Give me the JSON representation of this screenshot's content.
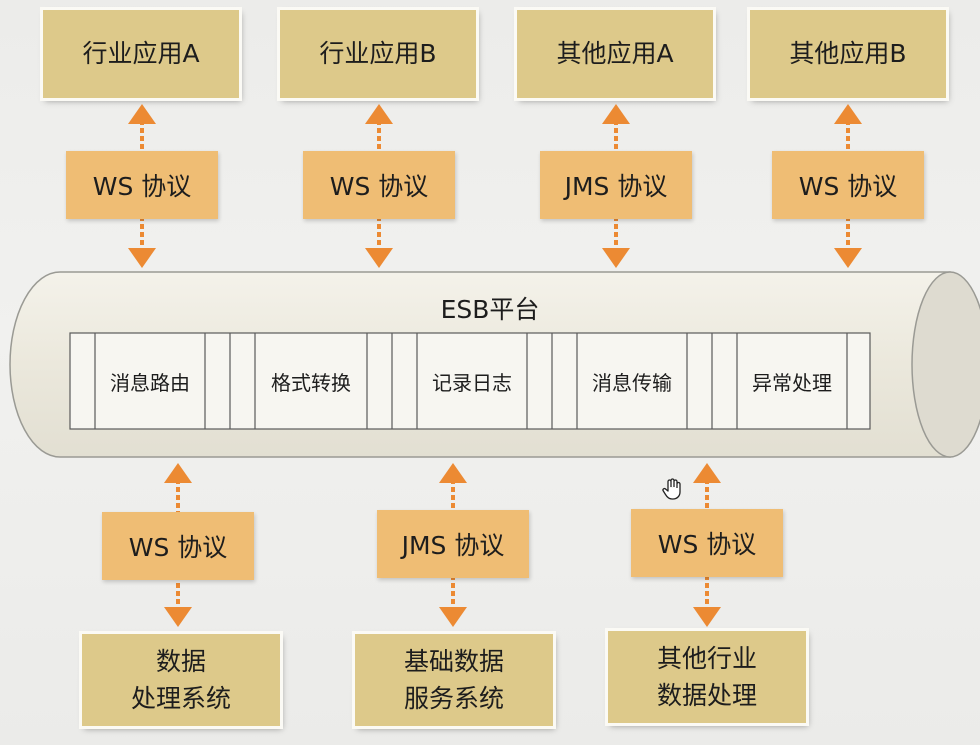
{
  "top_apps": [
    "行业应用A",
    "行业应用B",
    "其他应用A",
    "其他应用B"
  ],
  "top_protocols": [
    "WS 协议",
    "WS 协议",
    "JMS 协议",
    "WS 协议"
  ],
  "esb": {
    "title": "ESB平台",
    "functions": [
      "消息路由",
      "格式转换",
      "记录日志",
      "消息传输",
      "异常处理"
    ]
  },
  "bottom_protocols": [
    "WS 协议",
    "JMS 协议",
    "WS 协议"
  ],
  "bottom_systems": [
    {
      "line1": "数据",
      "line2": "处理系统"
    },
    {
      "line1": "基础数据",
      "line2": "服务系统"
    },
    {
      "line1": "其他行业",
      "line2": "数据处理"
    }
  ],
  "colors": {
    "app_box": "#ddc98a",
    "protocol_box": "#efbd74",
    "arrow": "#ec8a33",
    "pipe": "#ece9de"
  }
}
